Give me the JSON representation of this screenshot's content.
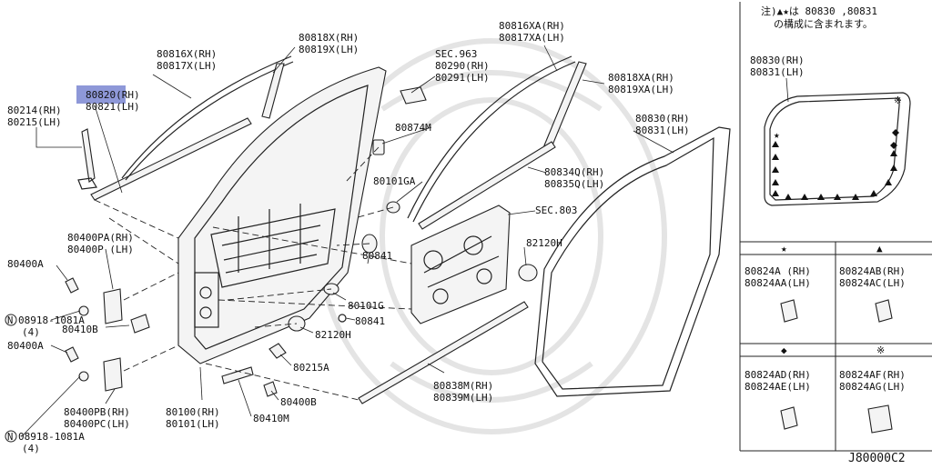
{
  "labels": {
    "p80816x": [
      "80816X(RH)",
      "80817X(LH)"
    ],
    "p80818x": [
      "80818X(RH)",
      "80819X(LH)"
    ],
    "sec963": [
      "SEC.963",
      "80290(RH)",
      "80291(LH)"
    ],
    "p80816xa": [
      "80816XA(RH)",
      "80817XA(LH)"
    ],
    "p80818xa": [
      "80818XA(RH)",
      "80819XA(LH)"
    ],
    "p80820": [
      "80820(RH)",
      "80821(LH)"
    ],
    "p80214": [
      "80214(RH)",
      "80215(LH)"
    ],
    "p80874m": "80874M",
    "p80830": [
      "80830(RH)",
      "80831(LH)"
    ],
    "p80834q": [
      "80834Q(RH)",
      "80835Q(LH)"
    ],
    "p80101ga": "80101GA",
    "sec803": "SEC.803",
    "p80400pa": [
      "80400PA(RH)",
      "80400P (LH)"
    ],
    "p80400a_1": "80400A",
    "p08918_1": [
      "08918-1081A",
      "(4)"
    ],
    "p80410b": "80410B",
    "p80841_1": "80841",
    "p82120h_1": "82120H",
    "p80101g": "80101G",
    "p80841_2": "80841",
    "p82120h_2": "82120H",
    "p80400a_2": "80400A",
    "p80215a": "80215A",
    "p80838m": [
      "80838M(RH)",
      "80839M(LH)"
    ],
    "p80400pb": [
      "80400PB(RH)",
      "80400PC(LH)"
    ],
    "p80100": [
      "80100(RH)",
      "80101(LH)"
    ],
    "p80400b": "80400B",
    "p80410m": "80410M",
    "p08918_2": [
      "08918-1081A",
      "(4)"
    ],
    "circle_n": "N"
  },
  "inset": {
    "note": [
      "注)▲★は 80830 ,80831",
      "の構成に含まれます。"
    ],
    "p80830": [
      "80830(RH)",
      "80831(LH)"
    ],
    "cells": [
      {
        "symbol": "★",
        "lines": [
          "80824A (RH)",
          "80824AA(LH)"
        ]
      },
      {
        "symbol": "▲",
        "lines": [
          "80824AB(RH)",
          "80824AC(LH)"
        ]
      },
      {
        "symbol": "◆",
        "lines": [
          "80824AD(RH)",
          "80824AE(LH)"
        ]
      },
      {
        "symbol": "※",
        "lines": [
          "80824AF(RH)",
          "80824AG(LH)"
        ]
      }
    ]
  },
  "diagram_code": "J80000C2",
  "colors": {
    "highlight": "#8e98d8",
    "ink": "#222222"
  }
}
